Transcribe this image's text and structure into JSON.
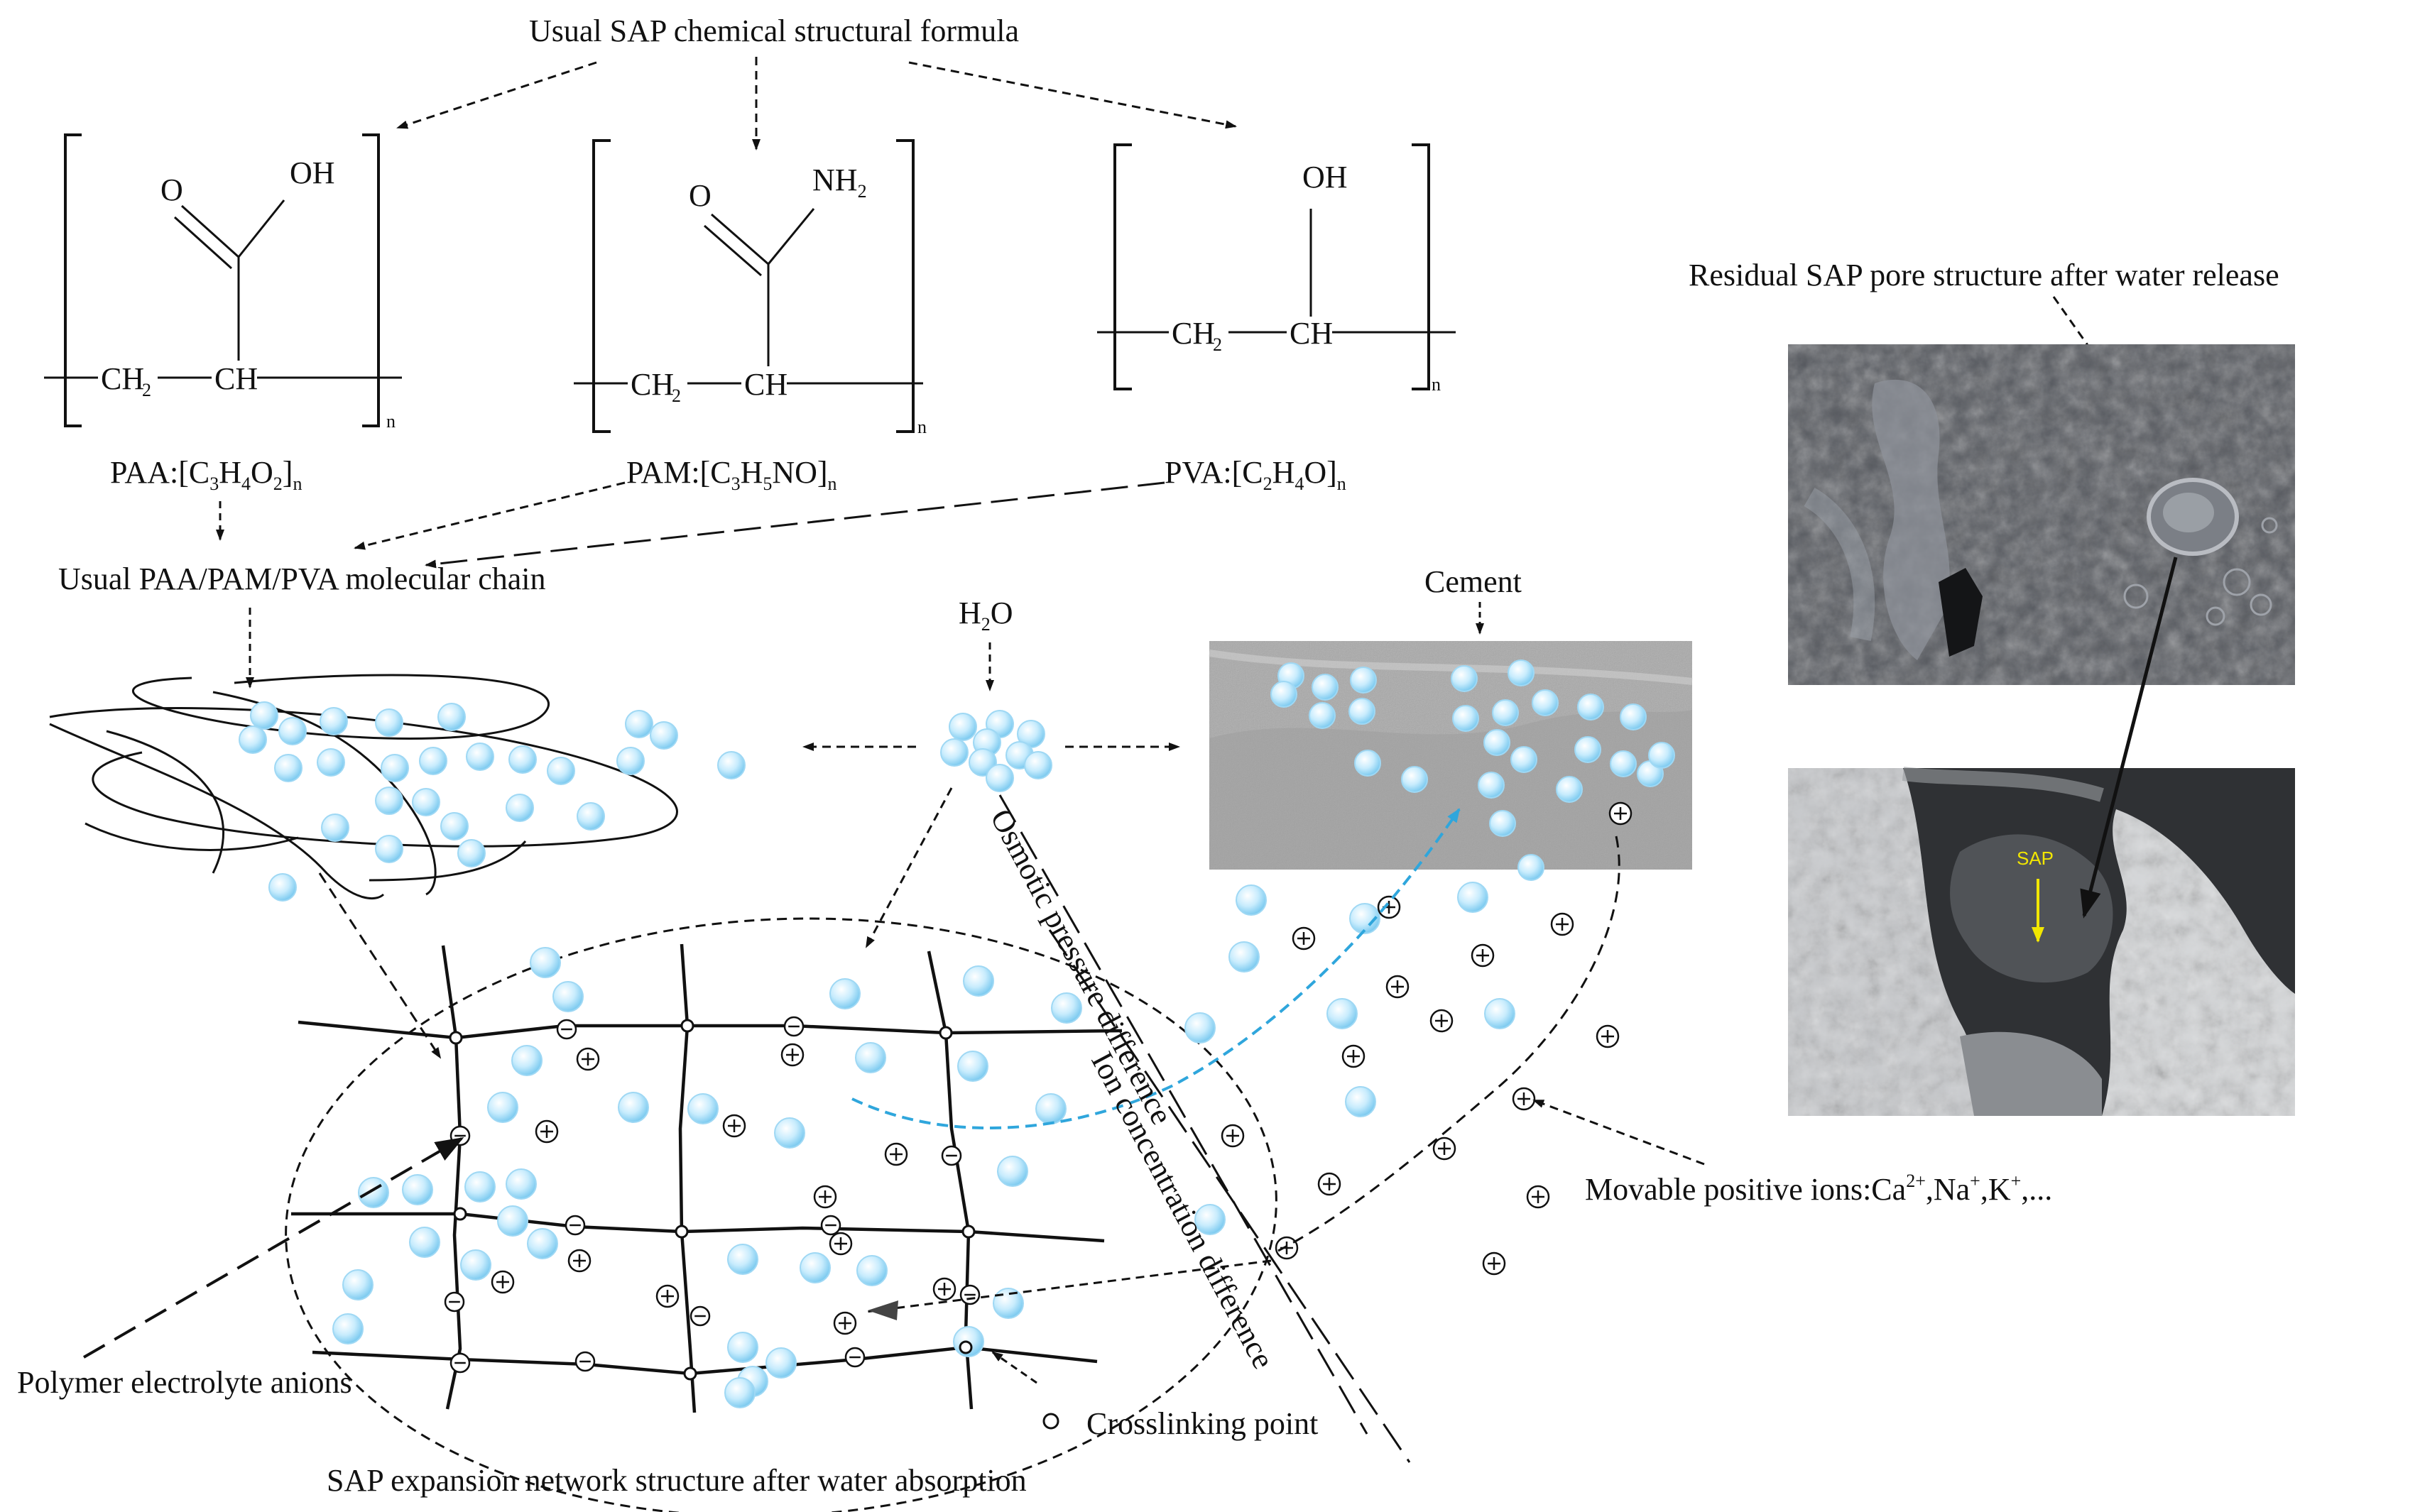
{
  "header": {
    "title": "Usual  SAP chemical structural formula"
  },
  "structures": {
    "paa": {
      "o": "O",
      "oh": "OH",
      "ch2": "CH",
      "ch2_sub": "2",
      "ch": "CH",
      "n": "n",
      "formula": {
        "p0": "PAA:[C",
        "s0": "3",
        "p1": "H",
        "s1": "4",
        "p2": "O",
        "s2": "2",
        "p3": "]",
        "s3": "n"
      }
    },
    "pam": {
      "o": "O",
      "nh2": "NH",
      "nh2_sub": "2",
      "ch2": "CH",
      "ch2_sub": "2",
      "ch": "CH",
      "n": "n",
      "formula": {
        "p0": "PAM:[C",
        "s0": "3",
        "p1": "H",
        "s1": "5",
        "p2": "NO]",
        "s2": "n"
      }
    },
    "pva": {
      "oh": "OH",
      "ch2": "CH",
      "ch2_sub": "2",
      "ch": "CH",
      "n": "n",
      "formula": {
        "p0": "PVA:[C",
        "s0": "2",
        "p1": "H",
        "s1": "4",
        "p2": "O]",
        "s2": "n"
      }
    }
  },
  "labels": {
    "molecular_chain": "Usual PAA/PAM/PVA  molecular chain",
    "h2o": {
      "main": "H",
      "sub": "2",
      "tail": "O"
    },
    "cement": "Cement",
    "osmotic": "Osmotic pressure difference",
    "ion_conc": "Ion concentration difference",
    "residual": "Residual SAP pore structure after water release",
    "sap_tag": "SAP",
    "movable": {
      "p0": "Movable positive ions:Ca",
      "s0": "2+",
      "p1": ",Na",
      "s1": "+",
      "p2": ",K",
      "s2": "+",
      "p3": ",..."
    },
    "anions": "Polymer electrolyte anions",
    "crosslink": "Crosslinking point",
    "network_caption": "SAP expansion network structure  after water absorption"
  },
  "colors": {
    "bubble_light": "#e9f7ff",
    "bubble_dark": "#8fd0f2",
    "cyan_path": "#2fa6dc",
    "sap_arrow": "#f2e600",
    "ink": "#111111"
  }
}
